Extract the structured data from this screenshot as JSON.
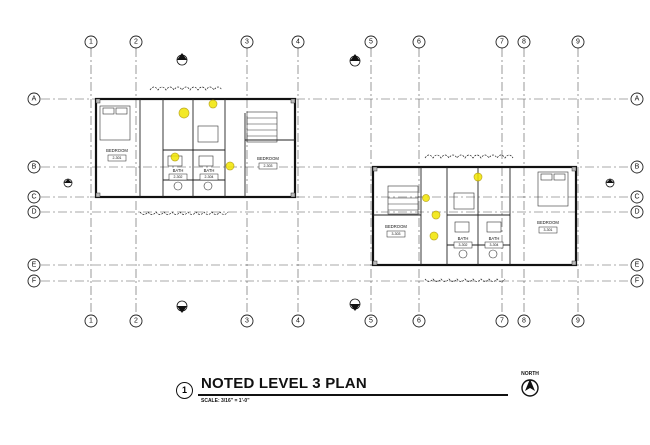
{
  "sheet": {
    "title_number": "1",
    "title": "NOTED LEVEL 3 PLAN",
    "scale_text": "SCALE:  3/16\" = 1'-0\"",
    "north_label": "NORTH"
  },
  "grid": {
    "columns": [
      "1",
      "2",
      "3",
      "4",
      "5",
      "6",
      "7",
      "8",
      "9"
    ],
    "rows": [
      "A",
      "B",
      "C",
      "D",
      "E",
      "F"
    ]
  },
  "plan_left": {
    "rooms": [
      {
        "label": "BEDROOM",
        "number": "2-301"
      },
      {
        "label": "BEDROOM",
        "number": "2-303"
      },
      {
        "label": "BATH",
        "number": "2-302"
      },
      {
        "label": "BATH",
        "number": "2-304"
      }
    ]
  },
  "plan_right": {
    "rooms": [
      {
        "label": "BEDROOM",
        "number": "3-303"
      },
      {
        "label": "BEDROOM",
        "number": "3-301"
      },
      {
        "label": "BATH",
        "number": "3-302"
      },
      {
        "label": "BATH",
        "number": "3-304"
      }
    ]
  },
  "colors": {
    "line": "#111111",
    "grid": "#555555",
    "note_highlight": "#f2e600"
  }
}
